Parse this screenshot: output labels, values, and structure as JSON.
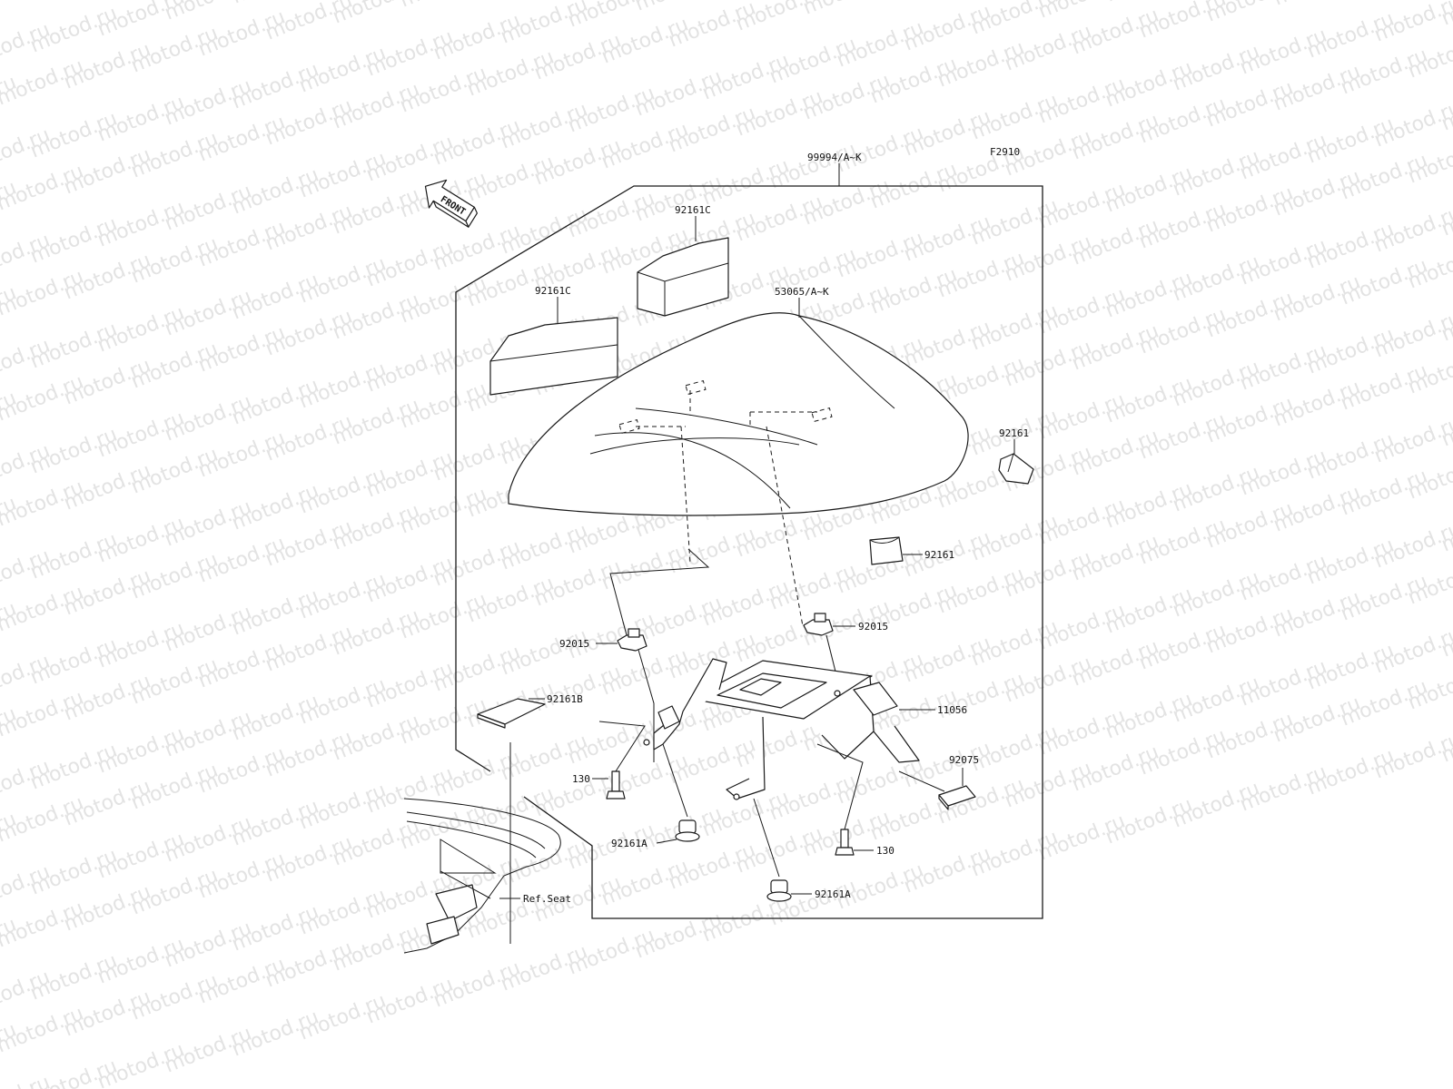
{
  "diagram": {
    "figure_code": "F2910",
    "front_arrow_text": "FRONT",
    "watermark": "motod.ru",
    "labels": {
      "assembly": "99994/A~K",
      "cover": "53065/A~K",
      "pad_c_left": "92161C",
      "pad_c_right": "92161C",
      "pad_right_upper": "92161",
      "pad_right_mid": "92161",
      "clip_left": "92015",
      "clip_right": "92015",
      "pad_b": "92161B",
      "bracket": "11056",
      "pad_92075": "92075",
      "bolt_left": "130",
      "bolt_right": "130",
      "damper_left": "92161A",
      "damper_right": "92161A",
      "ref_seat": "Ref.Seat"
    }
  }
}
